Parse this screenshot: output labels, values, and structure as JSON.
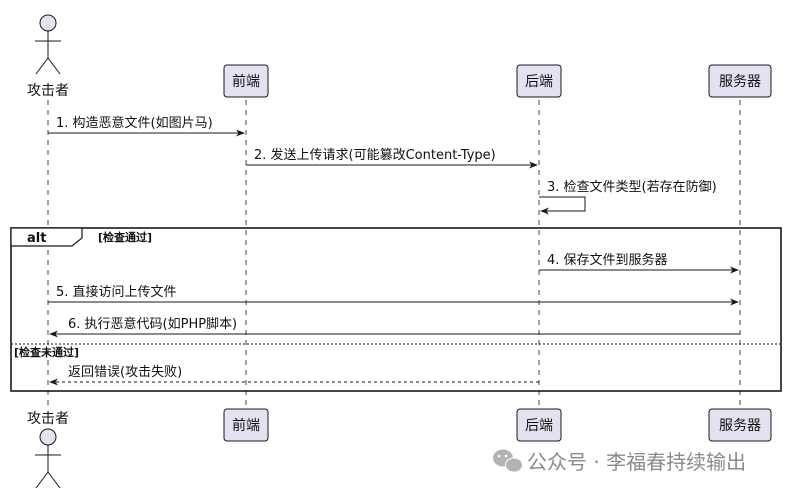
{
  "participants": {
    "attacker": "攻击者",
    "frontend": "前端",
    "backend": "后端",
    "server": "服务器"
  },
  "messages": {
    "m1": "1. 构造恶意文件(如图片马)",
    "m2": "2. 发送上传请求(可能篡改Content-Type)",
    "m3": "3. 检查文件类型(若存在防御)",
    "m4": "4. 保存文件到服务器",
    "m5": "5. 直接访问上传文件",
    "m6": "6. 执行恶意代码(如PHP脚本)",
    "m7": "返回错误(攻击失败)"
  },
  "alt": {
    "tag": "alt",
    "guard_pass": "[检查通过]",
    "guard_fail": "[检查未通过]"
  },
  "watermark": "公众号 · 李福春持续输出",
  "colors": {
    "participant_fill": "#e2e2f0",
    "participant_stroke": "#181818",
    "line": "#181818",
    "wechat_green": "#9a9a9a"
  }
}
